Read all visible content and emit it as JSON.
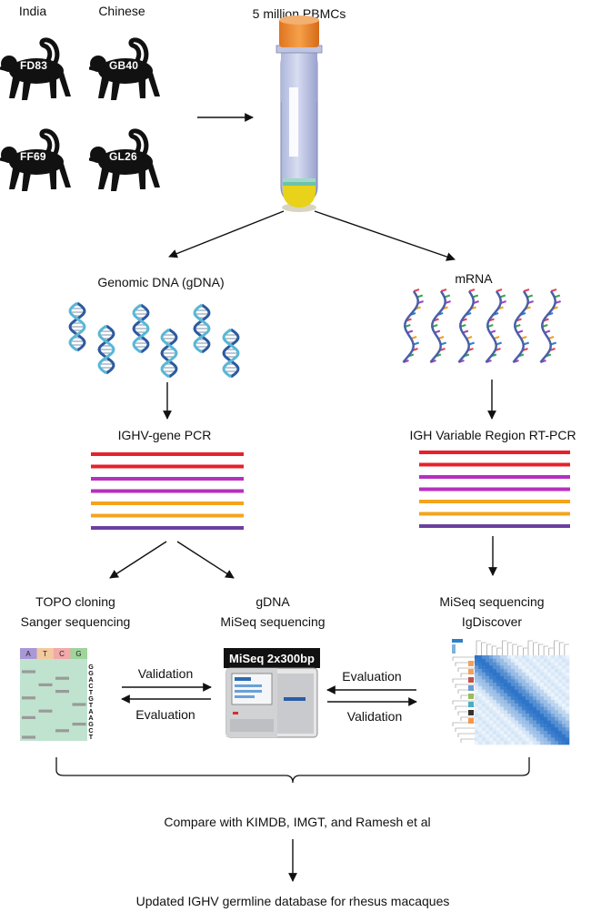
{
  "origins": {
    "india": "India",
    "chinese": "Chinese"
  },
  "animals": [
    {
      "id": "FD83",
      "origin": "India"
    },
    {
      "id": "GB40",
      "origin": "Chinese"
    },
    {
      "id": "FF69",
      "origin": "India"
    },
    {
      "id": "GL26",
      "origin": "Chinese"
    }
  ],
  "sample": {
    "label": "5 million PBMCs"
  },
  "branches": {
    "gdna": {
      "label": "Genomic DNA (gDNA)",
      "pcr": "IGHV-gene PCR"
    },
    "mrna": {
      "label": "mRNA",
      "pcr": "IGH Variable Region RT-PCR"
    }
  },
  "methods": {
    "topo": {
      "line1": "TOPO cloning",
      "line2": "Sanger sequencing"
    },
    "gdna_miseq": {
      "line1": "gDNA",
      "line2": "MiSeq sequencing"
    },
    "mrna_miseq": {
      "line1": "MiSeq sequencing",
      "line2": "IgDiscover"
    }
  },
  "sanger_bases": [
    "A",
    "T",
    "C",
    "G"
  ],
  "sanger_sequence": [
    "G",
    "G",
    "A",
    "C",
    "T",
    "G",
    "T",
    "A",
    "A",
    "G",
    "C",
    "T"
  ],
  "sequencer_label": "MiSeq 2x300bp",
  "arrows": {
    "left_top": "Validation",
    "left_bottom": "Evaluation",
    "right_top": "Evaluation",
    "right_bottom": "Validation"
  },
  "compare": "Compare with KIMDB, IMGT, and Ramesh et al",
  "result": "Updated IGHV germline database for rhesus macaques",
  "colors": {
    "band_red": "#e8202a",
    "band_magenta": "#b62fbf",
    "band_orange": "#f4a41c",
    "band_purple": "#6b3fa0",
    "tube_cap": "#f08a2c",
    "tube_body": "#c9cfe8",
    "heatmap_blue": "#2f7fc8",
    "dna_blue": "#2c5aa0",
    "dna_cyan": "#58b7d6"
  }
}
